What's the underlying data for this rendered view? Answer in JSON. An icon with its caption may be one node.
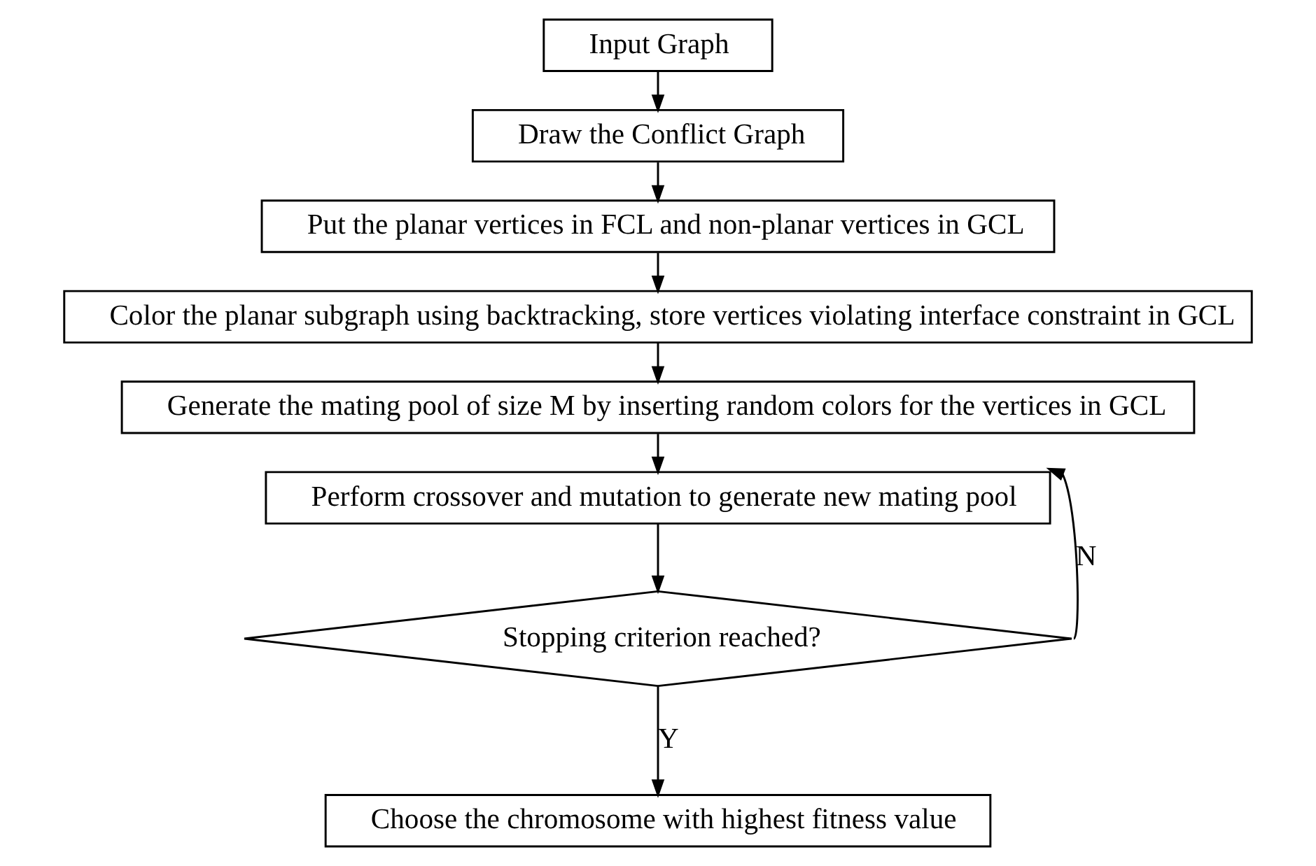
{
  "diagram": {
    "nodes": [
      {
        "text": [
          "Input Graph"
        ]
      },
      {
        "text": [
          "Draw the Conflict Graph"
        ]
      },
      {
        "text": [
          "Put the planar vertices in FCL and non-planar vertices in GCL"
        ]
      },
      {
        "text": [
          "Color the planar subgraph using backtracking, store vertices violating interface constraint in GCL"
        ]
      },
      {
        "text": [
          "Generate the mating pool of size M by inserting random colors for the vertices in GCL"
        ]
      },
      {
        "text": [
          "Perform crossover and mutation to generate new mating pool"
        ]
      },
      {
        "text": [
          "Stopping criterion reached?"
        ]
      },
      {
        "text": [
          "Choose the chromosome with highest fitness value"
        ]
      }
    ],
    "edges": [
      {
        "from": 0,
        "to": 1,
        "arrow": "to"
      },
      {
        "from": 1,
        "to": 2,
        "arrow": "to"
      },
      {
        "from": 2,
        "to": 3,
        "arrow": "to"
      },
      {
        "from": 3,
        "to": 4,
        "arrow": "to"
      },
      {
        "from": 4,
        "to": 5,
        "arrow": "to"
      },
      {
        "from": 5,
        "to": 6,
        "arrow": "to"
      },
      {
        "from": 6,
        "to": 5,
        "arrow": "to",
        "label": "N"
      },
      {
        "from": 6,
        "to": 7,
        "arrow": "to",
        "label": "Y"
      }
    ]
  }
}
